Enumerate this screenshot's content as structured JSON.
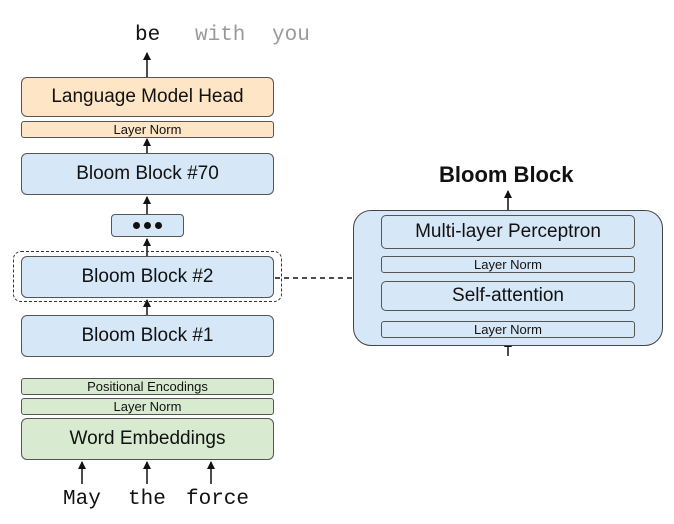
{
  "output_tokens": [
    {
      "text": "be",
      "faded": false
    },
    {
      "text": "with",
      "faded": true
    },
    {
      "text": "you",
      "faded": true
    }
  ],
  "input_tokens": [
    "May",
    "the",
    "force"
  ],
  "stack": {
    "lm_head": "Language Model Head",
    "top_layer_norm": "Layer Norm",
    "block_70": "Bloom Block #70",
    "block_2": "Bloom Block #2",
    "block_1": "Bloom Block #1",
    "positional_encodings": "Positional Encodings",
    "bottom_layer_norm": "Layer Norm",
    "word_embeddings": "Word Embeddings"
  },
  "detail": {
    "title": "Bloom Block",
    "mlp": "Multi-layer Perceptron",
    "layer_norm_top": "Layer Norm",
    "self_attention": "Self-attention",
    "layer_norm_bottom": "Layer Norm"
  },
  "colors": {
    "orange": "#fde5c6",
    "blue": "#d6e7f7",
    "green": "#d8ebd0",
    "text": "#111111",
    "faded_text": "#9a9a9a"
  }
}
